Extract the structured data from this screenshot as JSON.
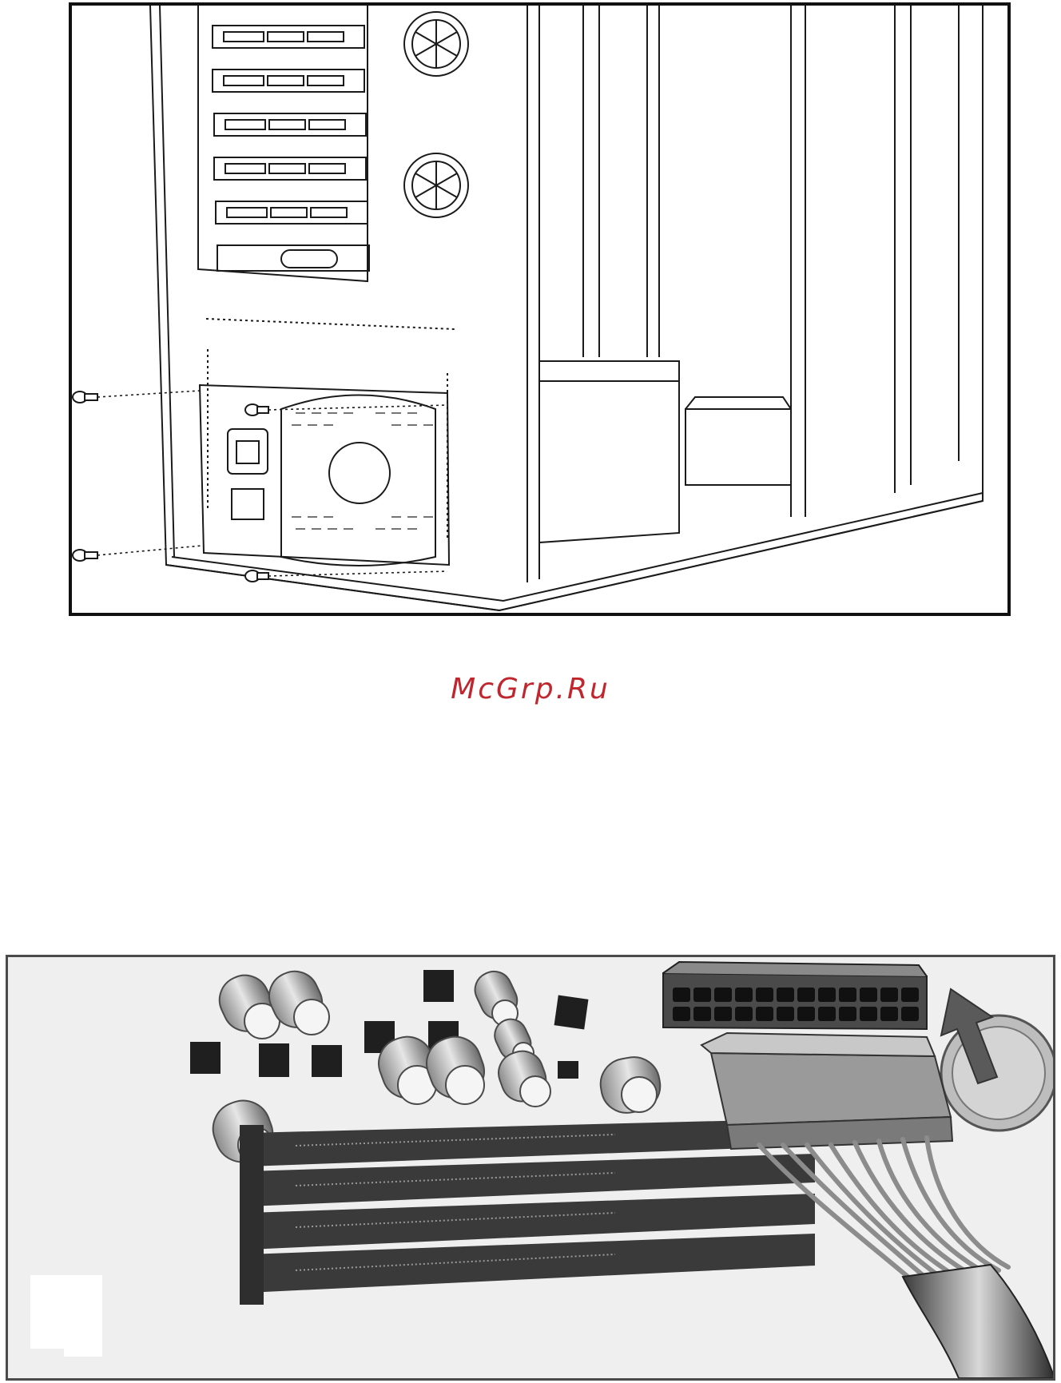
{
  "page": {
    "background": "#ffffff"
  },
  "watermark": {
    "text": "McGrp.Ru",
    "color": "#c0262d"
  },
  "figures": [
    {
      "id": "psu-installation",
      "subject": "power-supply-screw-mounting",
      "screws": 4,
      "icons": [
        "pc-case-rear-icon",
        "psu-icon",
        "screw-icon",
        "expansion-slot-icon",
        "fan-grille-icon"
      ]
    },
    {
      "id": "motherboard-power",
      "subject": "atx-24pin-connector-insertion",
      "connector_pins": 24,
      "memory_slots": 4,
      "icons": [
        "capacitor-icon",
        "chip-icon",
        "ram-slot-icon",
        "power-connector-icon",
        "up-arrow-icon"
      ]
    }
  ]
}
